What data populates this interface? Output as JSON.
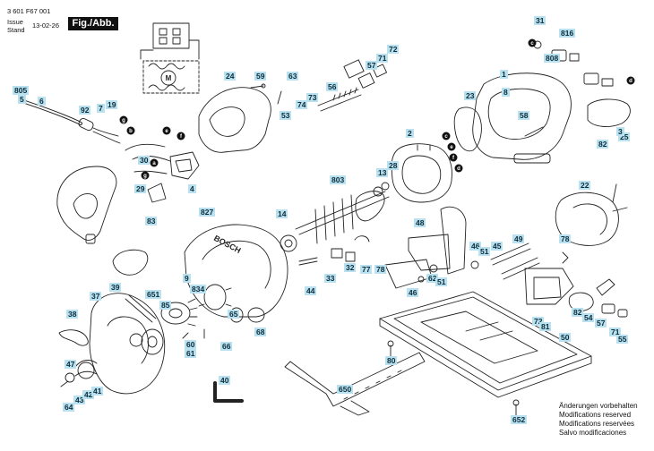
{
  "header": {
    "doc_number": "3 601 F67 001",
    "issue_label": "Issue",
    "stand_label": "Stand",
    "date": "13-02-26",
    "figure": "Fig./Abb. 1"
  },
  "notes": [
    "Änderungen vorbehalten",
    "Modifications reserved",
    "Modifications reservées",
    "Salvo modificaciones"
  ],
  "brand_mark": "BOSCH",
  "motor_symbol": "M",
  "terminal_letters": [
    "a",
    "b",
    "c",
    "d",
    "e",
    "f",
    "g"
  ],
  "part_labels": [
    "805",
    "5",
    "6",
    "92",
    "7",
    "19",
    "24",
    "59",
    "63",
    "57",
    "71",
    "72",
    "56",
    "73",
    "74",
    "53",
    "1",
    "808",
    "816",
    "31",
    "2",
    "23",
    "13",
    "28",
    "803",
    "14",
    "827",
    "29",
    "30",
    "4",
    "83",
    "48",
    "46",
    "51",
    "45",
    "49",
    "78",
    "22",
    "651",
    "9",
    "39",
    "834",
    "85",
    "37",
    "38",
    "65",
    "60",
    "61",
    "66",
    "68",
    "44",
    "33",
    "32",
    "77",
    "78",
    "62",
    "51",
    "46",
    "80",
    "82",
    "54",
    "57",
    "71",
    "55",
    "72",
    "81",
    "50",
    "47",
    "64",
    "43",
    "42",
    "41",
    "40",
    "650",
    "652",
    "82",
    "25",
    "58",
    "3",
    "8",
    "6",
    "44"
  ]
}
